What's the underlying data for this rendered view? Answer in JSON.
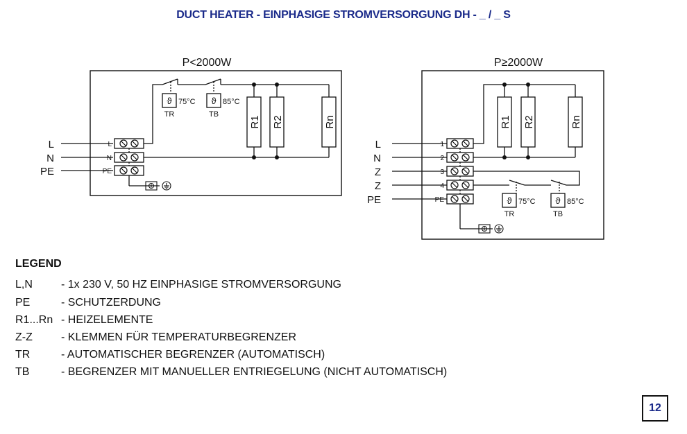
{
  "title": "DUCT HEATER - EINPHASIGE STROMVERSORGUNG DH - _ / _ S",
  "diagram_left": {
    "heading": "P<2000W",
    "inputs": [
      "L",
      "N",
      "PE"
    ],
    "terminal_labels": [
      "L",
      "N",
      "PE"
    ],
    "thermostats": [
      {
        "symbol": "ϑ",
        "temp": "75°C",
        "name": "TR"
      },
      {
        "symbol": "ϑ",
        "temp": "85°C",
        "name": "TB"
      }
    ],
    "resistors": [
      "R1",
      "R2",
      "Rn"
    ]
  },
  "diagram_right": {
    "heading": "P≥2000W",
    "inputs": [
      "L",
      "N",
      "Z",
      "Z",
      "PE"
    ],
    "terminal_labels": [
      "1",
      "2",
      "3",
      "4",
      "PE"
    ],
    "thermostats": [
      {
        "symbol": "ϑ",
        "temp": "75°C",
        "name": "TR"
      },
      {
        "symbol": "ϑ",
        "temp": "85°C",
        "name": "TB"
      }
    ],
    "resistors": [
      "R1",
      "R2",
      "Rn"
    ]
  },
  "legend": {
    "heading": "LEGEND",
    "items": [
      {
        "key": "L,N",
        "desc": "- 1x 230 V, 50 HZ EINPHASIGE STROMVERSORGUNG"
      },
      {
        "key": "PE",
        "desc": "- SCHUTZERDUNG"
      },
      {
        "key": "R1...Rn",
        "desc": "- HEIZELEMENTE"
      },
      {
        "key": "Z-Z",
        "desc": "- KLEMMEN FÜR TEMPERATURBEGRENZER"
      },
      {
        "key": "TR",
        "desc": "- AUTOMATISCHER BEGRENZER (AUTOMATISCH)"
      },
      {
        "key": "TB",
        "desc": "- BEGRENZER MIT MANUELLER ENTRIEGELUNG (NICHT AUTOMATISCH)"
      }
    ]
  },
  "page_number": "12",
  "colors": {
    "title": "#1a2a8a",
    "line": "#111111"
  }
}
